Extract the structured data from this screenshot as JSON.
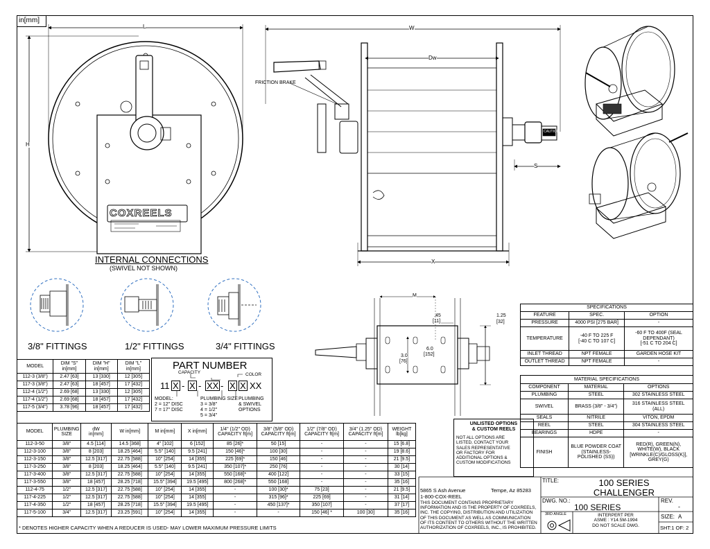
{
  "units_box": "in[mm]",
  "dim_labels": {
    "L": "L",
    "H": "H",
    "W": "W",
    "Dw": "Dw",
    "X": "X",
    "S": "S",
    "M": "M",
    "d045": ".45",
    "d045mm": "[11]",
    "d125": "1.25",
    "d125mm": "[32]",
    "d30": "3.0",
    "d30mm": "[76]",
    "d60": "6.0",
    "d60mm": "[152]"
  },
  "callout_friction_brake": "FRICTION BRAKE",
  "brand_plate": "COXREELS",
  "caution_tag": "CAUTION",
  "internal_connections": "INTERNAL CONNECTIONS",
  "swivel_not_shown": "(SWIVEL NOT SHOWN)",
  "fittings": [
    "3/8\" FITTINGS",
    "1/2\" FITTINGS",
    "3/4\" FITTINGS"
  ],
  "dim_table": {
    "headers": [
      [
        "MODEL"
      ],
      [
        "DIM \"S\"",
        "in[mm]"
      ],
      [
        "DIM \"H\"",
        "in[mm]"
      ],
      [
        "DIM \"L\"",
        "in[mm]"
      ]
    ],
    "rows": [
      [
        "112-3 (3/8\")",
        "2.47 [63]",
        "13 [330]",
        "12 [305]"
      ],
      [
        "117-3 (3/8\")",
        "2.47 [63]",
        "18 [457]",
        "17 [432]"
      ],
      [
        "112-4 (1/2\")",
        "2.69 [68]",
        "13 [330]",
        "12 [305]"
      ],
      [
        "117-4 (1/2\")",
        "2.69 [68]",
        "18 [457]",
        "17 [432]"
      ],
      [
        "117-5 (3/4\")",
        "3.78 [96]",
        "18 [457]",
        "17 [432]"
      ]
    ]
  },
  "part_number": {
    "title": "PART NUMBER",
    "capacity": "CAPACITY",
    "color": "COLOR",
    "code_prefix": "11",
    "code_mid": "-",
    "code_sep": "-",
    "x": "X",
    "xx": "XX",
    "model_label": "MODEL:",
    "model_opts": [
      "2 = 12\" DISC",
      "7 = 17\" DISC"
    ],
    "plumbing_size": "PLUMBING SIZE",
    "plumbing_opts": [
      "3 = 3/8\"",
      "4 = 1/2\"",
      "5 = 3/4\""
    ],
    "plumbing_swivel": [
      "PLUMBING",
      "& SWIVEL",
      "OPTIONS"
    ]
  },
  "main_table": {
    "headers": [
      [
        "MODEL"
      ],
      [
        "PLUMBING",
        "SIZE"
      ],
      [
        "dW",
        "in[mm]"
      ],
      [
        "W in[mm]"
      ],
      [
        "M in[mm]"
      ],
      [
        "X in[mm]"
      ],
      [
        "1/4\" (1/2\" OD)",
        "CAPACITY ft[m]"
      ],
      [
        "3/8\" (5/8\" OD)",
        "CAPACITY ft[m]"
      ],
      [
        "1/2\" (7/8\" OD)",
        "CAPACITY ft[m]"
      ],
      [
        "3/4\" (1.25\" OD)",
        "CAPACITY ft[m]"
      ],
      [
        "WEIGHT",
        "lb[kg]"
      ]
    ],
    "rows": [
      [
        "112-3-50",
        "3/8\"",
        "4.5 [114]",
        "14.5 [368]",
        "4\" [102]",
        "6 [152]",
        "85 [26]*",
        "50 [15]",
        "-",
        "-",
        "15 [6.8]"
      ],
      [
        "112-3-100",
        "3/8\"",
        "8 [203]",
        "18.25 [464]",
        "5.5\" [140]",
        "9.5 [241]",
        "150 [46]*",
        "100 [30]",
        "-",
        "-",
        "19 [8.6]"
      ],
      [
        "112-3-150",
        "3/8\"",
        "12.5 [317]",
        "22.75 [588]",
        "10\" [254]",
        "14 [355]",
        "225 [69]*",
        "150 [46]",
        "-",
        "-",
        "21 [9.5]"
      ],
      [
        "117-3-250",
        "3/8\"",
        "8 [203]",
        "18.25 [464]",
        "5.5\" [140]",
        "9.5 [241]",
        "350  [107]*",
        "250 [76]",
        "-",
        "-",
        "30 [14]"
      ],
      [
        "117-3-400",
        "3/8\"",
        "12.5 [317]",
        "22.75 [588]",
        "10\" [254]",
        "14 [355]",
        "550  [168]*",
        "400 [122]",
        "-",
        "-",
        "33 [15]"
      ],
      [
        "117-3-550",
        "3/8\"",
        "18 [457]",
        "28.25 [718]",
        "15.5\" [394]",
        "19.5 [495]",
        "800 [268]*",
        "550 [168]",
        "-",
        "-",
        "35 [16]"
      ],
      [
        "112-4-75",
        "1/2\"",
        "12.5 [317]",
        "22.75 [588]",
        "10\" [254]",
        "14 [355]",
        "-",
        "100 [30]*",
        "75 [23]",
        "-",
        "21 [9.5]"
      ],
      [
        "117-4-225",
        "1/2\"",
        "12.5 [317]",
        "22.75 [588]",
        "10\" [254]",
        "14 [355]",
        "-",
        "315 [96]*",
        "225 [69]",
        "-",
        "31 [14]"
      ],
      [
        "117-4-350",
        "1/2\"",
        "18 [457]",
        "28.25 [718]",
        "15.5\" [394]",
        "19.5 [495]",
        "-",
        "450 [137]*",
        "350 [107]",
        "-",
        "37 [17]"
      ],
      [
        "117-5-100",
        "3/4\"",
        "12.5 [317]",
        "23.25 [591]",
        "10\" [254]",
        "14 [355]",
        "-",
        "-",
        "150 [46] *",
        "100 [30]",
        "35 [16]"
      ]
    ]
  },
  "footnote": "* DENOTES HIGHER CAPACITY WHEN A REDUCER IS USED- MAY LOWER MAXIMUM PRESSURE LIMITS",
  "unlisted": {
    "title": [
      "UNLISTED OPTIONS",
      "& CUSTOM REELS"
    ],
    "body": [
      "NOT ALL OPTIONS ARE",
      "LISTED, CONTACT YOUR",
      "SALES REPRESENTATIVE",
      "OR FACTORY FOR",
      "ADDITIONAL OPTIONS &",
      "CUSTOM MODIFICATIONS"
    ]
  },
  "specs": {
    "title": "SPECIFICATIONS",
    "headers": [
      "FEATURE",
      "SPEC.",
      "OPTION"
    ],
    "rows": [
      [
        [
          "PRESSURE"
        ],
        [
          "4000 PSI [275 BAR]"
        ],
        [
          "-"
        ]
      ],
      [
        [
          "TEMPERATURE"
        ],
        [
          "-40 F TO 225 F",
          "[-40 C TO 107 C]"
        ],
        [
          "-60 F TO 400F (SEAL",
          "DEPENDANT)",
          "[-51 C TO 204 C]"
        ]
      ],
      [
        [
          "INLET THREAD"
        ],
        [
          "NPT FEMALE"
        ],
        [
          "GARDEN HOSE KIT"
        ]
      ],
      [
        [
          "OUTLET THREAD"
        ],
        [
          "NPT FEMALE"
        ],
        [
          "-"
        ]
      ]
    ]
  },
  "materials": {
    "title": "MATERIAL SPECIFICATIONS",
    "headers": [
      "COMPONENT",
      "MATERIAL",
      "OPTIONS"
    ],
    "rows": [
      [
        [
          "PLUMBING"
        ],
        [
          "STEEL"
        ],
        [
          "302 STAINLESS STEEL"
        ]
      ],
      [
        [
          "SWIVEL"
        ],
        [
          "BRASS (3/8\" - 3/4\")"
        ],
        [
          "316 STAINLESS STEEL",
          "(ALL)"
        ]
      ],
      [
        [
          "SEALS"
        ],
        [
          "NITRILE"
        ],
        [
          "VITON, EPDM"
        ]
      ],
      [
        [
          "REEL"
        ],
        [
          "STEEL"
        ],
        [
          "304 STAINLESS STEEL"
        ]
      ],
      [
        [
          "BEARINGS"
        ],
        [
          "HDPE"
        ],
        [
          "-"
        ]
      ],
      [
        [
          "FINISH"
        ],
        [
          "BLUE POWDER COAT",
          "(STAINLESS-",
          "POLISHED (SS))"
        ],
        [
          "RED(R), GREEN(N),",
          "WHITE(W), BLACK",
          "[WRINKLE(C)/GLOSS(K)],",
          "GREY(G)"
        ]
      ]
    ]
  },
  "title_block": {
    "address": "5865 S Ash Avenue",
    "city": "Tempe, Az  85283",
    "phone": "1-800-COX-REEL",
    "notice": [
      "THIS DOCUMENT CONTAINS PROPRIETARY",
      "INFORMATION AND IS THE PROPERTY OF COXREELS,",
      "INC. THE COPYING, DISTRIBUTION AND UTILIZATION",
      "OF THIS DOCUMENT AS WELL AS COMMUNICATION",
      "OF ITS CONTENT TO OTHERS WITHOUT THE WRITTEN",
      "AUTHORIZATION OF COXREELS, INC., IS PROHIBITED."
    ],
    "title_label": "TITLE:",
    "title": [
      "100 SERIES",
      "CHALLENGER"
    ],
    "dwg_label": "DWG. NO.:",
    "dwg_no": "100 SERIES",
    "rev_label": "REV.",
    "rev": "-",
    "angle": "3RD ANGLE",
    "interpret": [
      "INTERPERT PER",
      "ASME : Y14.5M-1994",
      "DO NOT SCALE DWG."
    ],
    "size_label": "SIZE:",
    "size": "A",
    "sheet": "SHT:1  OF: 2"
  }
}
